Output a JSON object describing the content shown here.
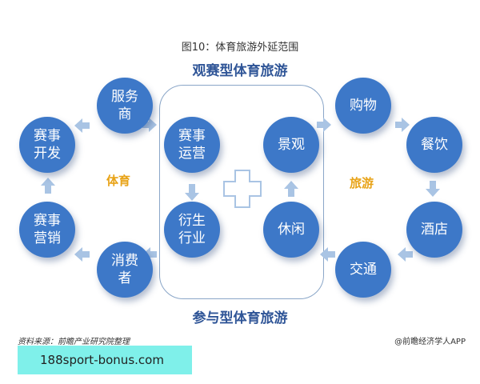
{
  "figure_title": "图10：体育旅游外延范围",
  "top_label": "观赛型体育旅游",
  "bottom_label": "参与型体育旅游",
  "sports_label": "体育",
  "tourism_label": "旅游",
  "nodes": {
    "service_provider": "服务\n商",
    "event_development": "赛事\n开发",
    "event_marketing": "赛事\n营销",
    "consumer": "消费\n者",
    "event_operation": "赛事\n运营",
    "derivative_industry": "衍生\n行业",
    "scenery": "景观",
    "leisure": "休闲",
    "shopping": "购物",
    "catering": "餐饮",
    "hotel": "酒店",
    "transport": "交通"
  },
  "colors": {
    "node": "#3d78c8",
    "arrow": "#a9c4e4",
    "title_blue": "#2f5597",
    "accent_orange": "#e8a317",
    "banner": "#7ff0ea"
  },
  "source_text": "资料来源：前瞻产业研究院整理",
  "brand_text": "@前瞻经济学人APP",
  "banner_text": "188sport-bonus.com"
}
